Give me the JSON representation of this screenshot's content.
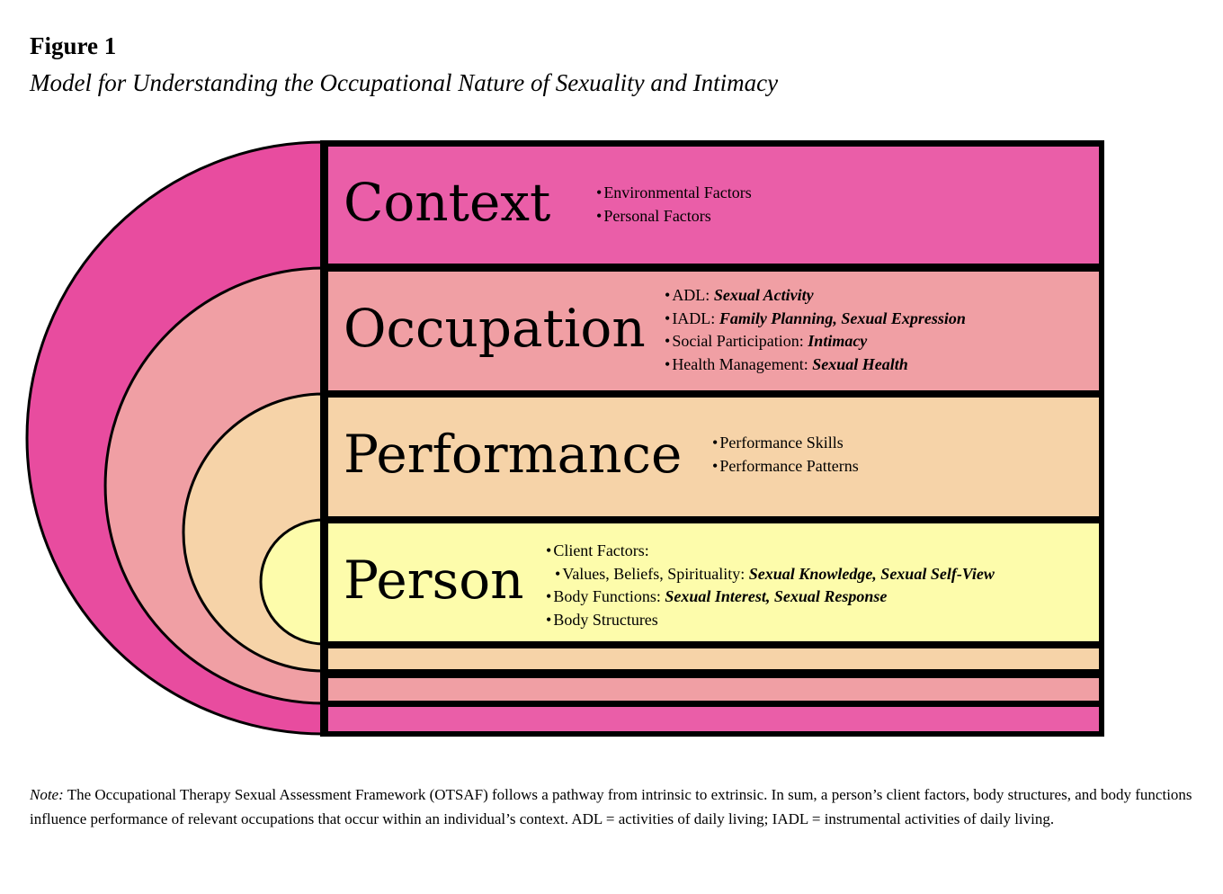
{
  "figure": {
    "label": "Figure 1",
    "title": "Model for Understanding the Occupational Nature of Sexuality and Intimacy"
  },
  "colors": {
    "context": "#ea5ea8",
    "context_arc": "#e84c9f",
    "occupation": "#f09fa4",
    "performance": "#f6d3a8",
    "person": "#fdfcab",
    "outline": "#000000"
  },
  "layers": {
    "context": {
      "title": "Context",
      "items": [
        {
          "text": "Environmental Factors",
          "emphasis": ""
        },
        {
          "text": "Personal Factors",
          "emphasis": ""
        }
      ]
    },
    "occupation": {
      "title": "Occupation",
      "items": [
        {
          "text": "ADL: ",
          "emphasis": "Sexual Activity"
        },
        {
          "text": "IADL: ",
          "emphasis": "Family Planning, Sexual Expression"
        },
        {
          "text": "Social Participation: ",
          "emphasis": "Intimacy"
        },
        {
          "text": "Health Management: ",
          "emphasis": "Sexual Health"
        }
      ]
    },
    "performance": {
      "title": "Performance",
      "items": [
        {
          "text": "Performance Skills",
          "emphasis": ""
        },
        {
          "text": "Performance Patterns",
          "emphasis": ""
        }
      ]
    },
    "person": {
      "title": "Person",
      "items": [
        {
          "text": "Client Factors:",
          "emphasis": ""
        },
        {
          "text": "Values, Beliefs, Spirituality: ",
          "emphasis": "Sexual Knowledge, Sexual Self-View"
        },
        {
          "text": "Body Functions: ",
          "emphasis": "Sexual Interest, Sexual Response"
        },
        {
          "text": "Body Structures",
          "emphasis": ""
        }
      ]
    }
  },
  "note": {
    "label": "Note:",
    "text": " The Occupational Therapy Sexual Assessment Framework (OTSAF) follows a pathway from intrinsic to extrinsic. In sum, a person’s client factors, body structures, and body functions influence performance of relevant occupations that occur within an individual’s context. ADL = activities of daily living; IADL = instrumental activities of daily living."
  }
}
